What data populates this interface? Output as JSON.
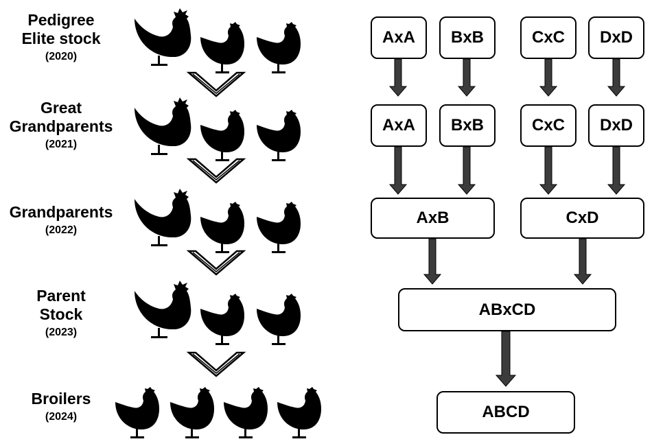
{
  "generations": [
    {
      "id": "pedigree",
      "name_lines": [
        "Pedigree",
        "Elite stock"
      ],
      "year": "(2020)"
    },
    {
      "id": "great-grandparents",
      "name_lines": [
        "Great",
        "Grandparents"
      ],
      "year": "(2021)"
    },
    {
      "id": "grandparents",
      "name_lines": [
        "Grandparents"
      ],
      "year": "(2022)"
    },
    {
      "id": "parent-stock",
      "name_lines": [
        "Parent",
        "Stock"
      ],
      "year": "(2023)"
    },
    {
      "id": "broilers",
      "name_lines": [
        "Broilers"
      ],
      "year": "(2024)"
    }
  ],
  "crosses": {
    "row1": [
      "AxA",
      "BxB",
      "CxC",
      "DxD"
    ],
    "row2": [
      "AxA",
      "BxB",
      "CxC",
      "DxD"
    ],
    "row3": [
      "AxB",
      "CxD"
    ],
    "row4": "ABxCD",
    "row5": "ABCD"
  },
  "colors": {
    "arrow": "#3c3c3c",
    "silhouette": "#000000",
    "box_border": "#000000"
  },
  "icons": [
    "rooster-icon",
    "hen-icon",
    "chevron-down-icon",
    "arrow-down-icon"
  ]
}
